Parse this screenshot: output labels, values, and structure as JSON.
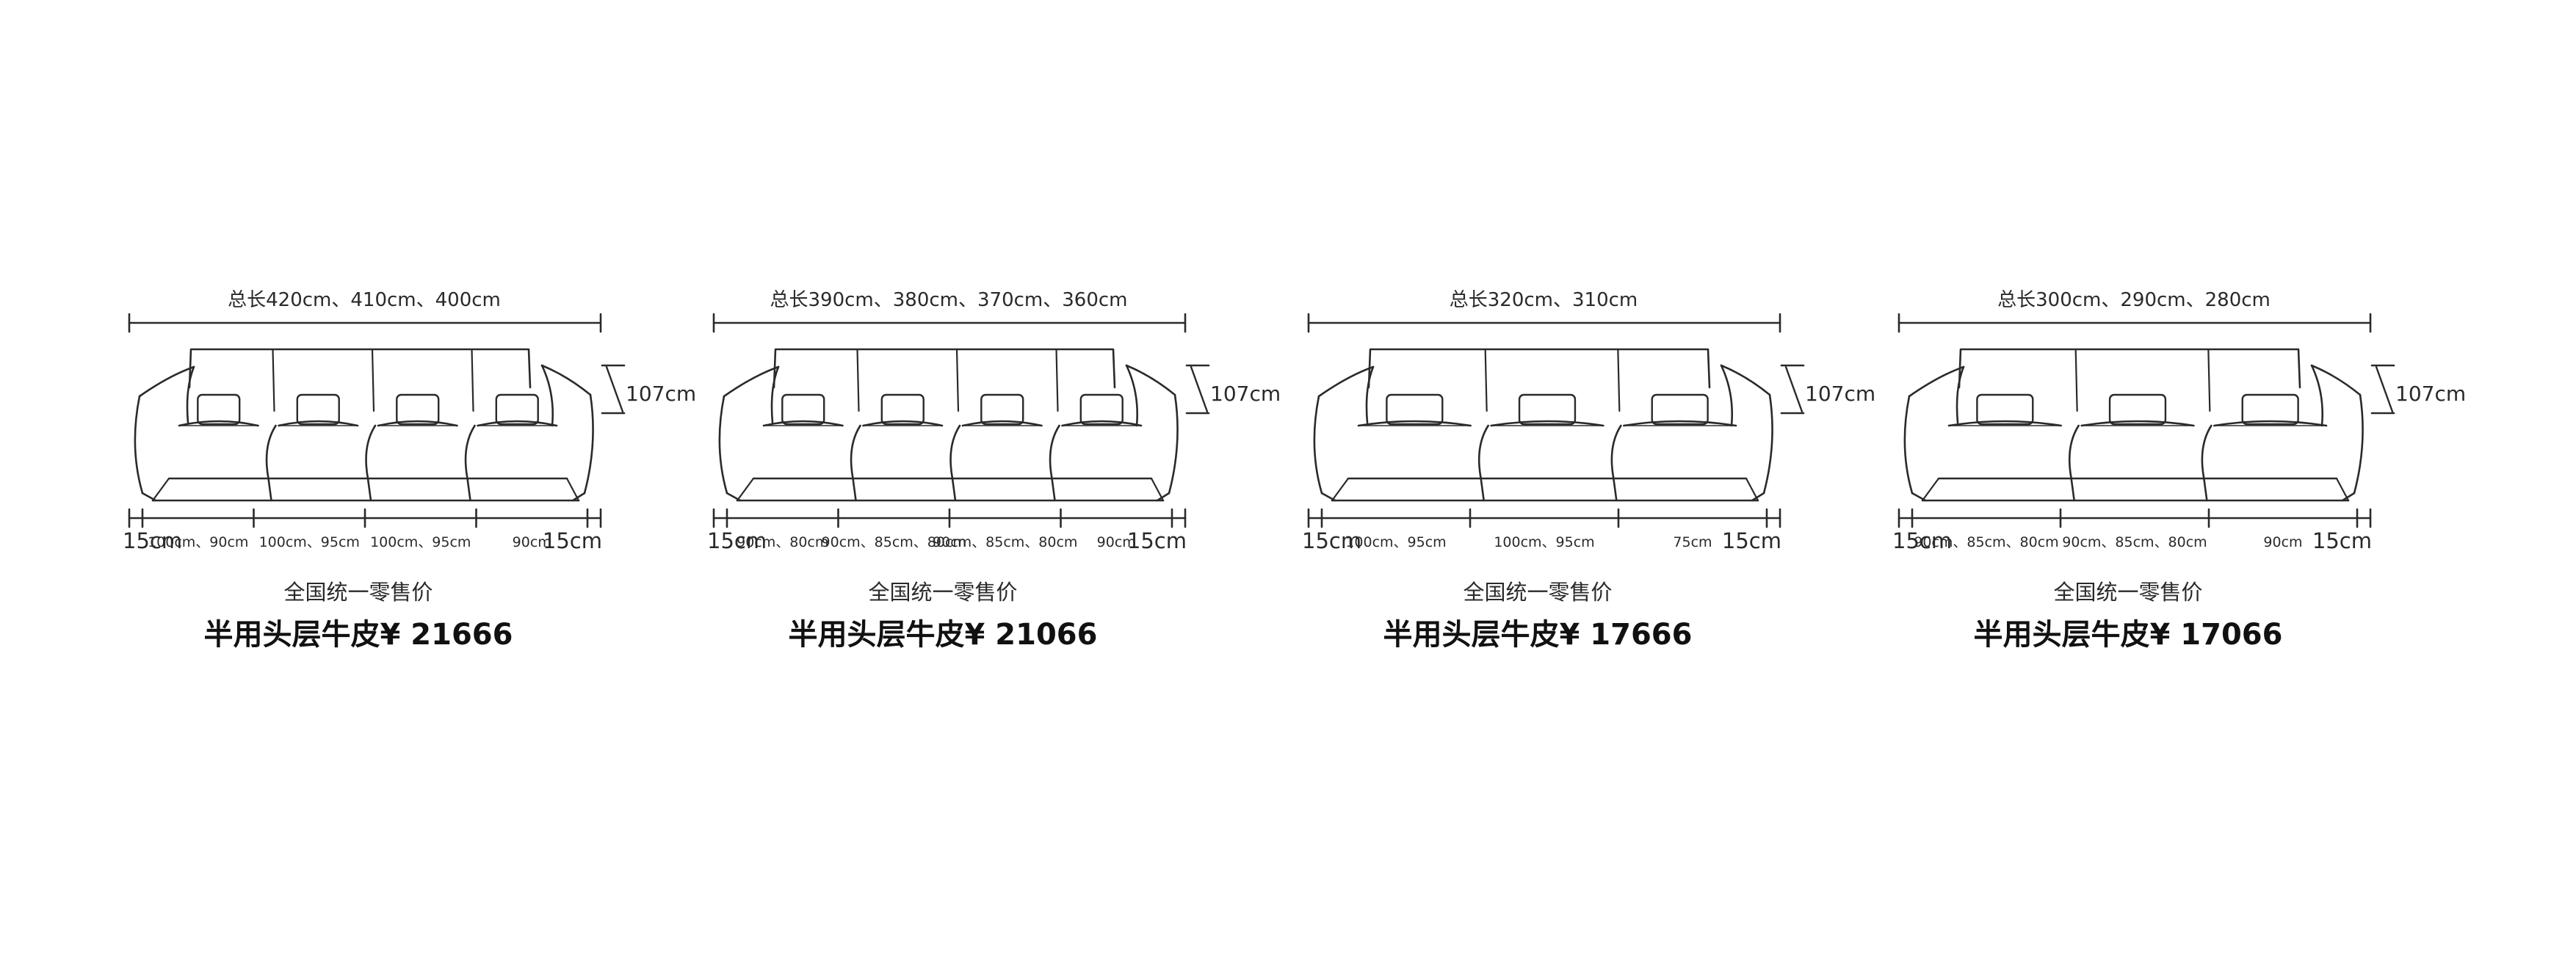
{
  "colors": {
    "line": "#2a2a2a",
    "text": "#111111",
    "background": "#ffffff"
  },
  "sofas": [
    {
      "total_label": "总长420cm、410cm、400cm",
      "height_label": "107cm",
      "arm_left_label": "15cm",
      "arm_right_label": "15cm",
      "segments": [
        "100cm、90cm",
        "100cm、95cm",
        "100cm、95cm",
        "90cm"
      ],
      "retail_label": "全国统一零售价",
      "price_prefix": "半用头层牛皮",
      "currency": "¥",
      "price": "21666"
    },
    {
      "total_label": "总长390cm、380cm、370cm、360cm",
      "height_label": "107cm",
      "arm_left_label": "15cm",
      "arm_right_label": "15cm",
      "segments": [
        "90cm、80cm",
        "90cm、85cm、80cm",
        "90cm、85cm、80cm",
        "90cm"
      ],
      "retail_label": "全国统一零售价",
      "price_prefix": "半用头层牛皮",
      "currency": "¥",
      "price": "21066"
    },
    {
      "total_label": "总长320cm、310cm",
      "height_label": "107cm",
      "arm_left_label": "15cm",
      "arm_right_label": "15cm",
      "segments": [
        "100cm、95cm",
        "100cm、95cm",
        "75cm"
      ],
      "retail_label": "全国统一零售价",
      "price_prefix": "半用头层牛皮",
      "currency": "¥",
      "price": "17666"
    },
    {
      "total_label": "总长300cm、290cm、280cm",
      "height_label": "107cm",
      "arm_left_label": "15cm",
      "arm_right_label": "15cm",
      "segments": [
        "90cm、85cm、80cm",
        "90cm、85cm、80cm",
        "90cm"
      ],
      "retail_label": "全国统一零售价",
      "price_prefix": "半用头层牛皮",
      "currency": "¥",
      "price": "17066"
    }
  ]
}
